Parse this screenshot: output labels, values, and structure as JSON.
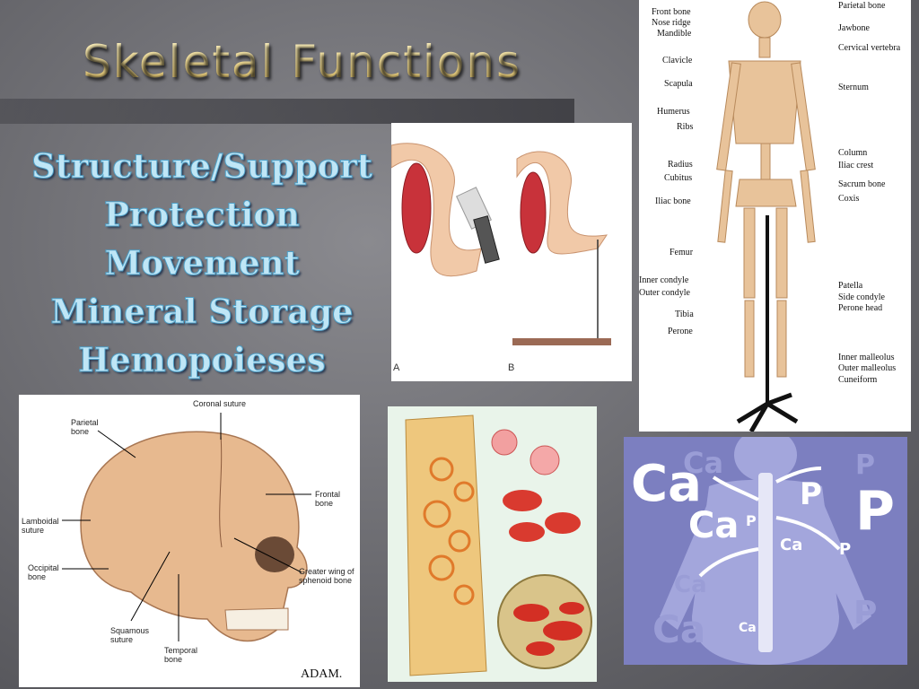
{
  "slide": {
    "title": "Skeletal Functions",
    "functions": [
      "Structure/Support",
      "Protection",
      "Movement",
      "Mineral Storage",
      "Hemopoieses"
    ]
  },
  "arm_image": {
    "label_a": "A",
    "label_b": "B"
  },
  "skeleton_image": {
    "left_labels": [
      "Front bone",
      "Nose ridge",
      "Mandible",
      "Clavicle",
      "Scapula",
      "Humerus",
      "Ribs",
      "Radius",
      "Cubitus",
      "Iliac bone",
      "Femur",
      "Inner condyle",
      "Outer condyle",
      "Tibia",
      "Perone"
    ],
    "right_labels": [
      "Parietal bone",
      "Jawbone",
      "Cervical vertebra",
      "Sternum",
      "Column",
      "Iliac crest",
      "Sacrum bone",
      "Coxis",
      "Patella",
      "Side condyle",
      "Perone head",
      "Inner malleolus",
      "Outer malleolus",
      "Cuneiform"
    ]
  },
  "skull_image": {
    "labels": [
      "Coronal suture",
      "Parietal bone",
      "Frontal bone",
      "Lamboidal suture",
      "Occipital bone",
      "Greater wing of sphenoid bone",
      "Squamous suture",
      "Temporal bone"
    ],
    "credit": "ADAM."
  },
  "mineral_image": {
    "ca": "Ca",
    "p": "P"
  },
  "colors": {
    "title": "#f3e3a0",
    "functions": "#bfe6f6",
    "mineral_bg": "#7c7fc0"
  }
}
